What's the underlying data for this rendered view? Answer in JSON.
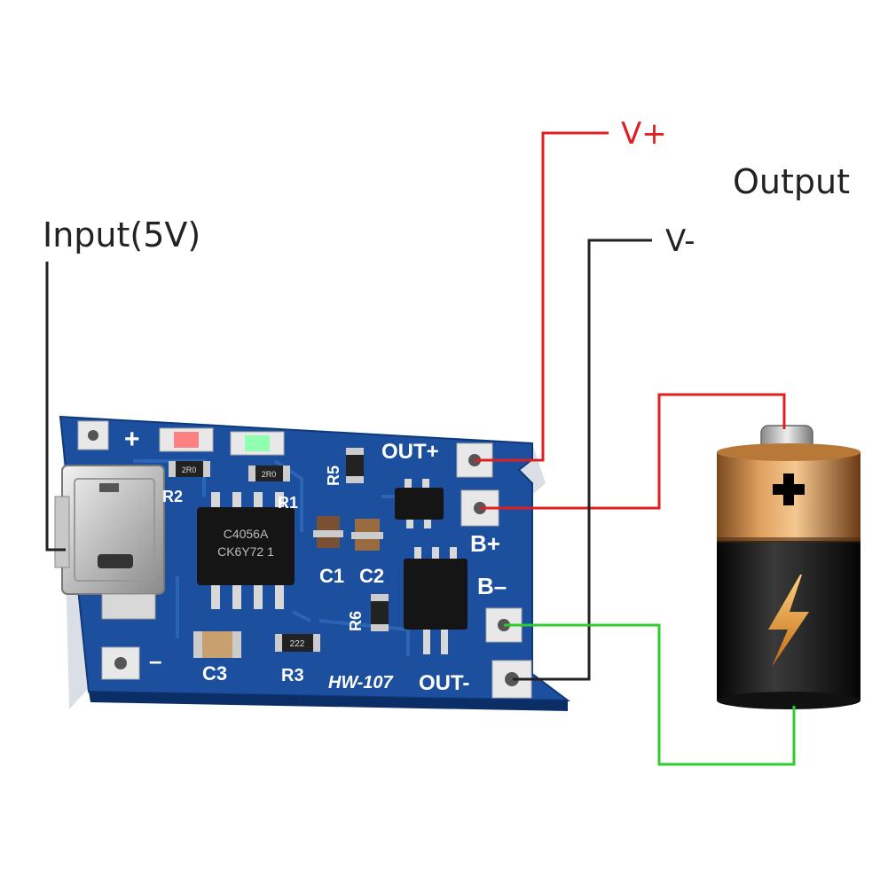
{
  "labels": {
    "input": "Input(5V)",
    "output": "Output",
    "v_plus": "V+",
    "v_minus": "V-"
  },
  "board": {
    "model": "HW-107",
    "pads": {
      "out_plus": "OUT+",
      "b_plus": "B+",
      "b_minus": "B–",
      "out_minus": "OUT-",
      "in_plus": "+",
      "in_minus": "–"
    },
    "components": {
      "r1": "R1",
      "r2": "R2",
      "r3": "R3",
      "r5": "R5",
      "r6": "R6",
      "c1": "C1",
      "c2": "C2",
      "c3": "C3"
    },
    "chip_marking": [
      "C4056A",
      "CK6Y72 1"
    ],
    "resistor_codes": [
      "2R0",
      "2R0",
      "222"
    ]
  },
  "colors": {
    "board": "#1c4f9e",
    "wire_positive": "#e02020",
    "wire_negative": "#222222",
    "wire_ground": "#2ecc2e",
    "battery_top": "#c98a45",
    "battery_bottom": "#1a1a1a",
    "bolt": "#f0a030"
  },
  "icons": [
    "battery-icon",
    "plus-icon",
    "lightning-bolt-icon",
    "micro-usb-port-icon"
  ]
}
